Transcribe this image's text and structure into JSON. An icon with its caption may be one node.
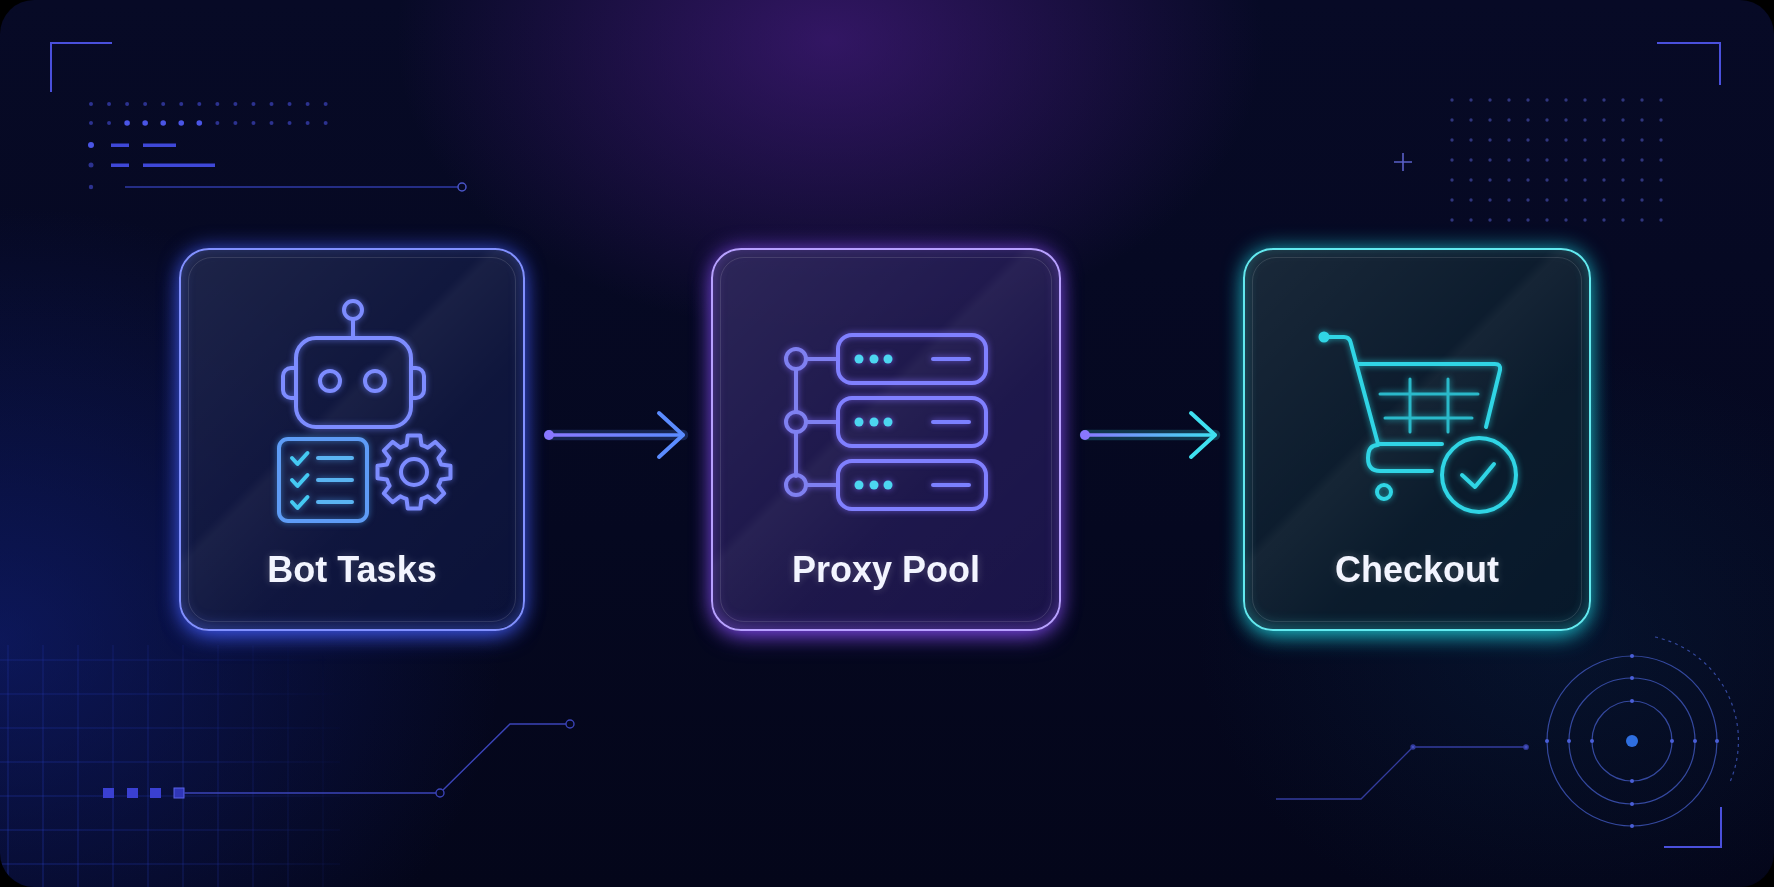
{
  "diagram": {
    "nodes": [
      {
        "text": [
          "Bot Tasks"
        ]
      },
      {
        "text": [
          "Proxy Pool"
        ]
      },
      {
        "text": [
          "Checkout"
        ]
      }
    ],
    "edges": [
      {
        "from": 0,
        "to": 1,
        "arrow": "to",
        "color": "#5b8cff"
      },
      {
        "from": 1,
        "to": 2,
        "arrow": "to",
        "color": "#3fe0f0"
      }
    ]
  }
}
